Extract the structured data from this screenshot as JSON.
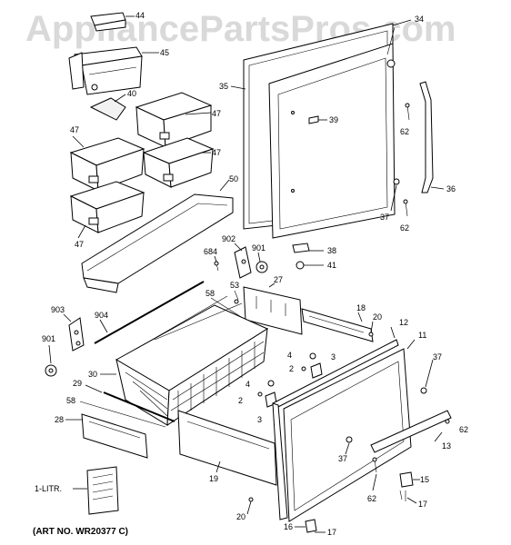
{
  "watermark": "AppliancePartsPros.com",
  "caption": "(ART NO. WR20377 C)",
  "labels": {
    "l44": "44",
    "l45": "45",
    "l40": "40",
    "l47a": "47",
    "l47b": "47",
    "l47c": "47",
    "l47d": "47",
    "l50": "50",
    "l35": "35",
    "l34": "34",
    "l39": "39",
    "l62a": "62",
    "l36": "36",
    "l37a": "37",
    "l62b": "62",
    "l902": "902",
    "l684": "684",
    "l901a": "901",
    "l38": "38",
    "l41": "41",
    "l27": "27",
    "l53": "53",
    "l58a": "58",
    "l903": "903",
    "l904": "904",
    "l901b": "901",
    "l18": "18",
    "l20a": "20",
    "l12": "12",
    "l11": "11",
    "l4a": "4",
    "l2a": "2",
    "l3a": "3",
    "l37b": "37",
    "l30": "30",
    "l29": "29",
    "l58b": "58",
    "l28": "28",
    "l4b": "4",
    "l2b": "2",
    "l3b": "3",
    "l62c": "62",
    "l13": "13",
    "l19": "19",
    "l37c": "37",
    "l62d": "62",
    "l15": "15",
    "l17a": "17",
    "l1litr": "1-LITR.",
    "l20b": "20",
    "l16": "16",
    "l17b": "17"
  }
}
